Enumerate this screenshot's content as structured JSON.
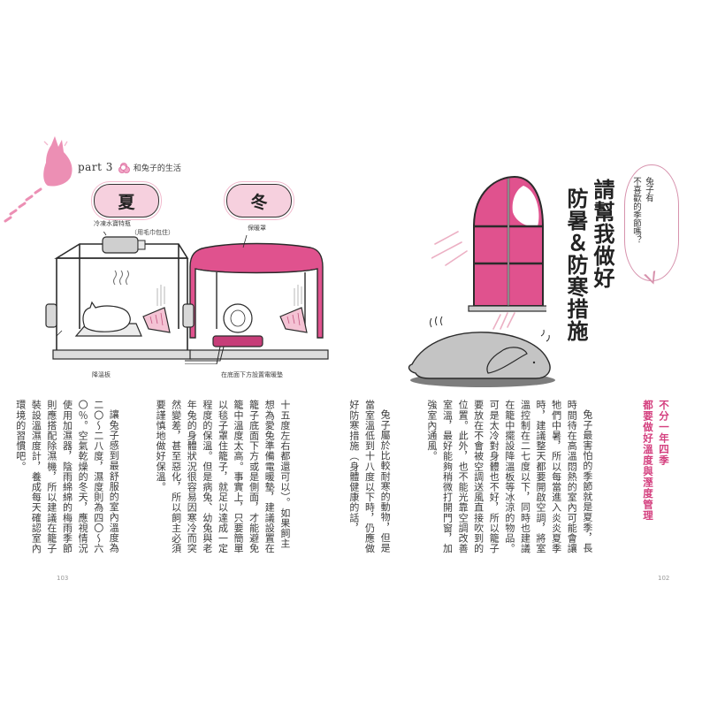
{
  "left_page": {
    "part_header": {
      "part_label": "part 3",
      "section_title": "和兔子的生活"
    },
    "illustrations": {
      "summer": {
        "season_label": "夏",
        "label_bottle": "冷凍水寶特瓶",
        "label_bottle_note": "（用毛巾包住）",
        "label_cooling_board": "降溫板"
      },
      "winter": {
        "season_label": "冬",
        "label_cover": "保暖罩",
        "label_heater": "在底面下方設置電暖墊"
      }
    },
    "body_paragraphs": [
      "十五度左右都還可以）。如果飼主想為愛兔準備電暖墊，建議設置在籠子底面下方或是側面，才能避免籠中溫度太高。事實上，只要簡單以毯子罩住籠子，就足以達成一定程度的保溫。但是病兔、幼兔與老年兔的身體狀況很容易因寒冷而突然變差，甚至惡化，所以飼主必須要謹慎地做好保溫。",
      "讓兔子感到最舒服的室內溫度為二〇～二八度，濕度則為四〇～六〇％。空氣乾燥的冬天，應視情況使用加濕器，陰雨綿綿的梅雨季節則應搭配除濕機，所以建議在籠子裝設溫濕度計，養成每天確認室內環境的習慣吧。"
    ],
    "page_number": "103"
  },
  "right_page": {
    "title_lines": [
      "請幫我做好",
      "防暑＆防寒措施"
    ],
    "speech_bubble": [
      "兔子有",
      "不喜歡的季節嗎？"
    ],
    "subheading_lines": [
      "不分一年四季",
      "都要做好溫度與溼度管理"
    ],
    "body_paragraphs": [
      "兔子最害怕的季節就是夏季，長時間待在高溫悶熱的室內可能會讓牠們中暑，所以每當進入炎炎夏季時，建議整天都要開啟空調，將室溫控制在二七度以下，同時也建議在籠中擺設降溫板等冰涼的物品。可是太冷對身體也不好，所以籠子要放在不會被空調送風直接吹到的位置。此外，也不能光靠空調改善室溫，最好能夠稍微打開門窗，加強室內通風。",
      "兔子屬於比較耐寒的動物，但是當室溫低到十八度以下時，仍應做好防寒措施（身體健康的話，"
    ],
    "page_number": "102"
  },
  "colors": {
    "accent_pink": "#e0528e",
    "light_pink": "#f6d0de",
    "subhead_pink": "#d4407f",
    "rabbit_gray": "#bdbdbd"
  }
}
